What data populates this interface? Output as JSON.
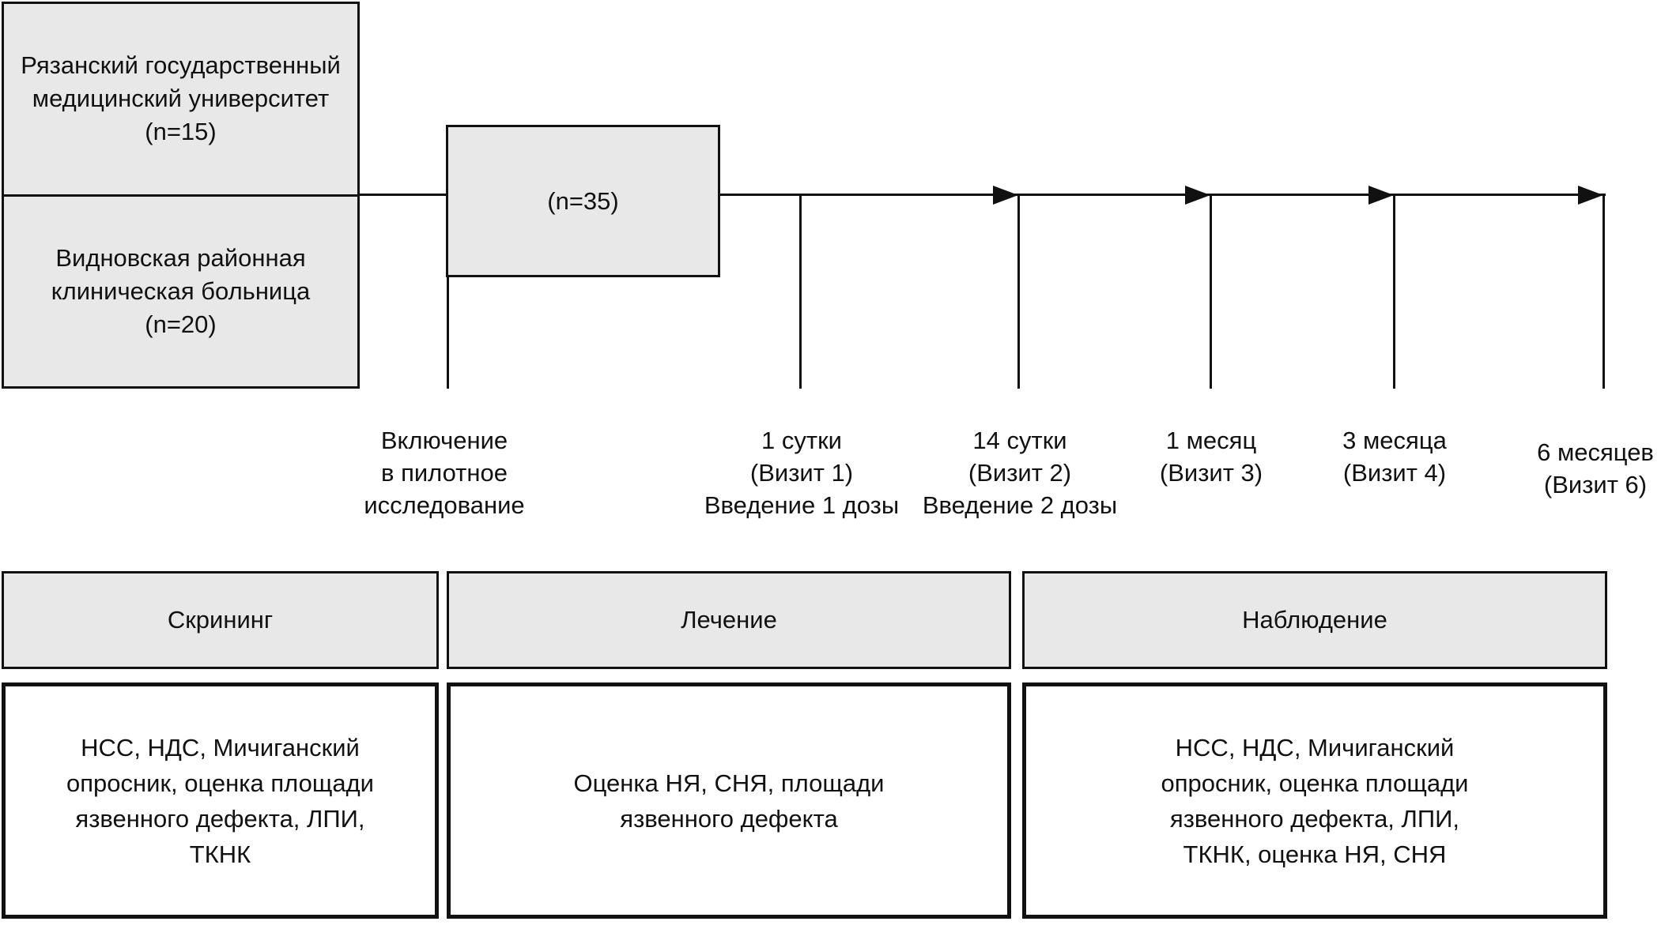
{
  "colors": {
    "box_fill": "#e8e8e9",
    "line_and_border": "#111111",
    "background": "#ffffff"
  },
  "sites": [
    {
      "text": "Рязанский государственный\nмедицинский университет\n(n=15)"
    },
    {
      "text": "Видновская районная\nклиническая больница\n(n=20)"
    }
  ],
  "enrollment": {
    "label": "(n=35)"
  },
  "timeline": {
    "milestones": [
      {
        "label": "Включение\nв пилотное\nисследование",
        "arrowhead": false
      },
      {
        "label": "1 сутки\n(Визит 1)\nВведение 1 дозы",
        "arrowhead": false
      },
      {
        "label": "14 сутки\n(Визит 2)\nВведение 2 дозы",
        "arrowhead": true
      },
      {
        "label": "1 месяц\n(Визит 3)",
        "arrowhead": true
      },
      {
        "label": "3 месяца\n(Визит 4)",
        "arrowhead": true
      },
      {
        "label": "6 месяцев\n(Визит 6)",
        "arrowhead": true
      }
    ]
  },
  "phases": [
    {
      "title": "Скрининг",
      "content": "НСС, НДС, Мичиганский\nопросник, оценка площади\nязвенного дефекта, ЛПИ,\nТКНК"
    },
    {
      "title": "Лечение",
      "content": "Оценка НЯ, СНЯ, площади\nязвенного дефекта"
    },
    {
      "title": "Наблюдение",
      "content": "НСС, НДС, Мичиганский\nопросник, оценка площади\nязвенного дефекта, ЛПИ,\nТКНК, оценка НЯ, СНЯ"
    }
  ]
}
